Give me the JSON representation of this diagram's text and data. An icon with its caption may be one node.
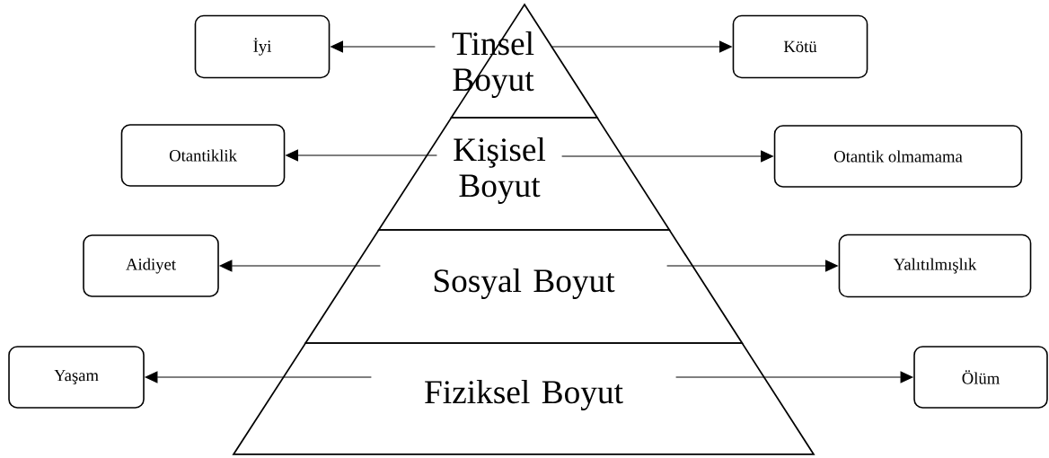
{
  "diagram": {
    "nodes": [
      {
        "text": [
          "İyi"
        ]
      },
      {
        "text": [
          "Tinsel Boyut"
        ]
      },
      {
        "text": [
          "Kötü"
        ]
      },
      {
        "text": [
          "Otantiklik"
        ]
      },
      {
        "text": [
          "Kişisel Boyut"
        ]
      },
      {
        "text": [
          "Otantik olmamama"
        ]
      },
      {
        "text": [
          "Aidiyet"
        ]
      },
      {
        "text": [
          "Sosyal Boyut"
        ]
      },
      {
        "text": [
          "Yalıtılmışlık"
        ]
      },
      {
        "text": [
          "Yaşam"
        ]
      },
      {
        "text": [
          "Fiziksel Boyut"
        ]
      },
      {
        "text": [
          "Ölüm"
        ]
      }
    ],
    "edges": [
      {
        "from": 1,
        "to": 0,
        "arrow": "to"
      },
      {
        "from": 1,
        "to": 2,
        "arrow": "to"
      },
      {
        "from": 4,
        "to": 3,
        "arrow": "to"
      },
      {
        "from": 4,
        "to": 5,
        "arrow": "to"
      },
      {
        "from": 7,
        "to": 6,
        "arrow": "to"
      },
      {
        "from": 7,
        "to": 8,
        "arrow": "to"
      },
      {
        "from": 10,
        "to": 9,
        "arrow": "to"
      },
      {
        "from": 10,
        "to": 11,
        "arrow": "to"
      }
    ]
  }
}
